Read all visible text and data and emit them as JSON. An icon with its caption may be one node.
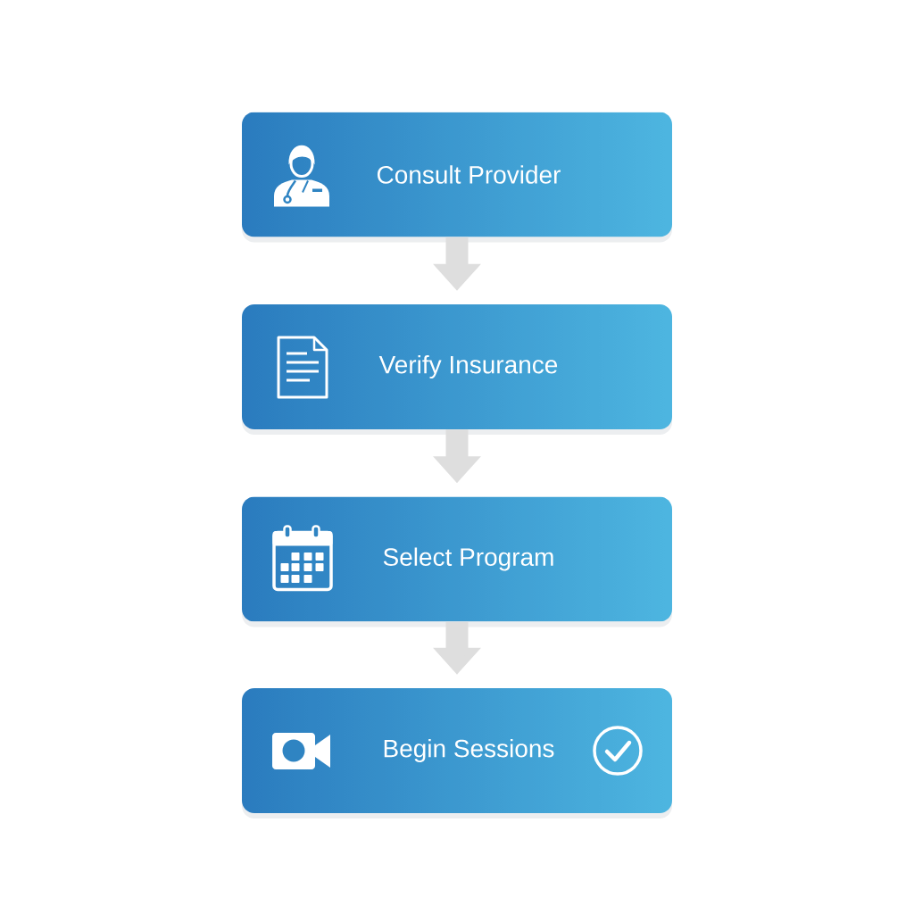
{
  "diagram": {
    "nodes": [
      {
        "text": [
          "Consult Provider"
        ]
      },
      {
        "text": [
          "Verify Insurance"
        ]
      },
      {
        "text": [
          "Select Program"
        ]
      },
      {
        "text": [
          "Begin Sessions"
        ]
      }
    ],
    "edges": [
      {
        "from": 0,
        "to": 1,
        "arrow": "to"
      },
      {
        "from": 1,
        "to": 2,
        "arrow": "to"
      },
      {
        "from": 2,
        "to": 3,
        "arrow": "to"
      }
    ]
  }
}
